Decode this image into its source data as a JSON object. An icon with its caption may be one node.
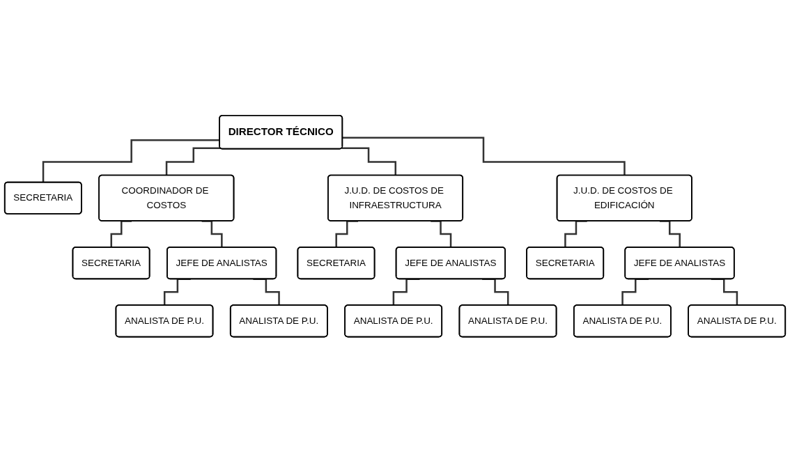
{
  "diagram": {
    "nodes": [
      {
        "text": [
          "DIRECTOR TÉCNICO"
        ]
      },
      {
        "text": [
          "SECRETARIA"
        ]
      },
      {
        "text": [
          "COORDINADOR DE COSTOS"
        ]
      },
      {
        "text": [
          "J.U.D. DE COSTOS DE INFRAESTRUCTURA"
        ]
      },
      {
        "text": [
          "J.U.D. DE COSTOS DE EDIFICACIÓN"
        ]
      },
      {
        "text": [
          "SECRETARIA"
        ]
      },
      {
        "text": [
          "JEFE DE ANALISTAS"
        ]
      },
      {
        "text": [
          "SECRETARIA"
        ]
      },
      {
        "text": [
          "JEFE DE ANALISTAS"
        ]
      },
      {
        "text": [
          "SECRETARIA"
        ]
      },
      {
        "text": [
          "JEFE DE ANALISTAS"
        ]
      },
      {
        "text": [
          "ANALISTA DE P.U."
        ]
      },
      {
        "text": [
          "ANALISTA DE P.U."
        ]
      },
      {
        "text": [
          "ANALISTA DE P.U."
        ]
      },
      {
        "text": [
          "ANALISTA DE P.U."
        ]
      },
      {
        "text": [
          "ANALISTA DE P.U."
        ]
      },
      {
        "text": [
          "ANALISTA DE P.U."
        ]
      }
    ],
    "edges": [
      {
        "from": 0,
        "to": 1,
        "arrow": "none"
      },
      {
        "from": 0,
        "to": 2,
        "arrow": "none"
      },
      {
        "from": 0,
        "to": 3,
        "arrow": "none"
      },
      {
        "from": 0,
        "to": 4,
        "arrow": "none"
      },
      {
        "from": 2,
        "to": 5,
        "arrow": "none"
      },
      {
        "from": 2,
        "to": 6,
        "arrow": "none"
      },
      {
        "from": 3,
        "to": 7,
        "arrow": "none"
      },
      {
        "from": 3,
        "to": 8,
        "arrow": "none"
      },
      {
        "from": 4,
        "to": 9,
        "arrow": "none"
      },
      {
        "from": 4,
        "to": 10,
        "arrow": "none"
      },
      {
        "from": 6,
        "to": 11,
        "arrow": "none"
      },
      {
        "from": 6,
        "to": 12,
        "arrow": "none"
      },
      {
        "from": 8,
        "to": 13,
        "arrow": "none"
      },
      {
        "from": 8,
        "to": 14,
        "arrow": "none"
      },
      {
        "from": 10,
        "to": 15,
        "arrow": "none"
      },
      {
        "from": 10,
        "to": 16,
        "arrow": "none"
      }
    ]
  }
}
